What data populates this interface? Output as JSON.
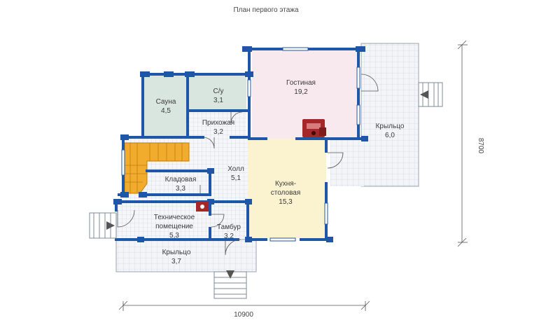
{
  "title": "План первого этажа",
  "dimensions": {
    "width": "10900",
    "depth": "8700"
  },
  "colors": {
    "wall": "#1f56a8",
    "gostinaya": "#f8e9ee",
    "kukhnya": "#fbf2cf",
    "sauna": "#d8e6df",
    "stairs": "#f1ab2d",
    "tile": "#eef2f6",
    "stove": "#a4272a"
  },
  "rooms": {
    "gostinaya": {
      "name": "Гостиная",
      "area": "19,2"
    },
    "kryltso_right": {
      "name": "Крыльцо",
      "area": "6,0"
    },
    "sauna": {
      "name": "Сауна",
      "area": "4,5"
    },
    "su": {
      "name": "С/у",
      "area": "3,1"
    },
    "prikhozhaya": {
      "name": "Прихожая",
      "area": "3,2"
    },
    "holl": {
      "name": "Холл",
      "area": "5,1"
    },
    "kladovaya": {
      "name": "Кладовая",
      "area": "3,3"
    },
    "kukhnya": {
      "name_line1": "Кухня-",
      "name_line2": "столовая",
      "area": "15,3"
    },
    "tekh": {
      "name_line1": "Техническое",
      "name_line2": "помещение",
      "area": "5,3"
    },
    "tambur": {
      "name": "Тамбур",
      "area": "3,2"
    },
    "kryltso_bottom": {
      "name": "Крыльцо",
      "area": "3,7"
    }
  },
  "icons": [
    "stove-icon",
    "boiler-icon",
    "stairs-icon",
    "entry-arrow-icon"
  ]
}
